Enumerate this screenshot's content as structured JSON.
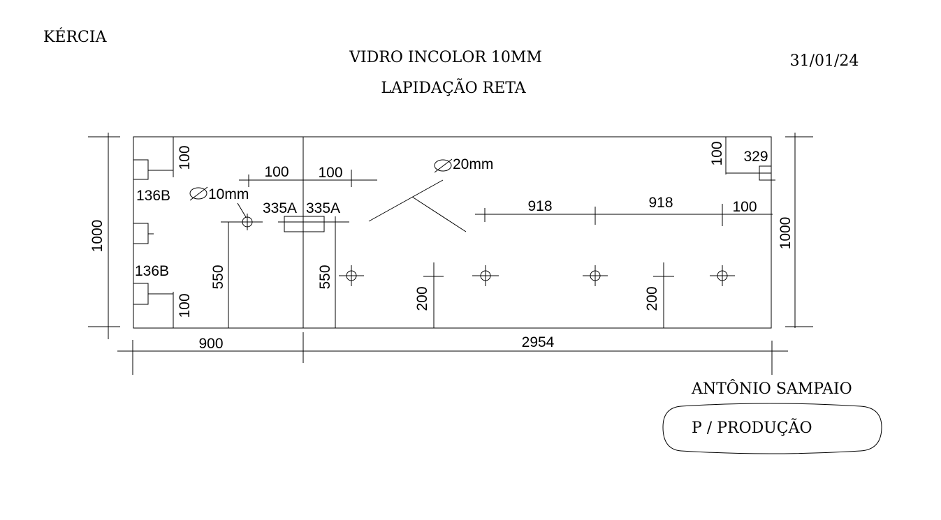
{
  "header": {
    "client": "KÉRCIA",
    "glass_spec": "VIDRO INCOLOR 10MM",
    "finish": "LAPIDAÇÃO RETA",
    "date": "31/01/24"
  },
  "dimensions": {
    "height_left": "1000",
    "height_right": "1000",
    "bottom_left": "900",
    "bottom_total": "2954",
    "hinge_top_offset": "100",
    "hinge_bottom_offset": "100",
    "hole_gap_a": "100",
    "hole_gap_b": "100",
    "hole_height_a": "550",
    "hole_height_b": "550",
    "spacing_a": "918",
    "spacing_b": "918",
    "spacing_end": "100",
    "corner_top": "100",
    "corner_width": "329",
    "lower_height_a": "200",
    "lower_height_b": "200"
  },
  "labels": {
    "hinge_top": "136B",
    "hinge_bottom": "136B",
    "hole_small": "10mm",
    "hole_large": "20mm",
    "handle_a": "335A",
    "handle_b": "335A"
  },
  "footer": {
    "name": "ANTÔNIO SAMPAIO",
    "note": "P / PRODUÇÃO"
  }
}
